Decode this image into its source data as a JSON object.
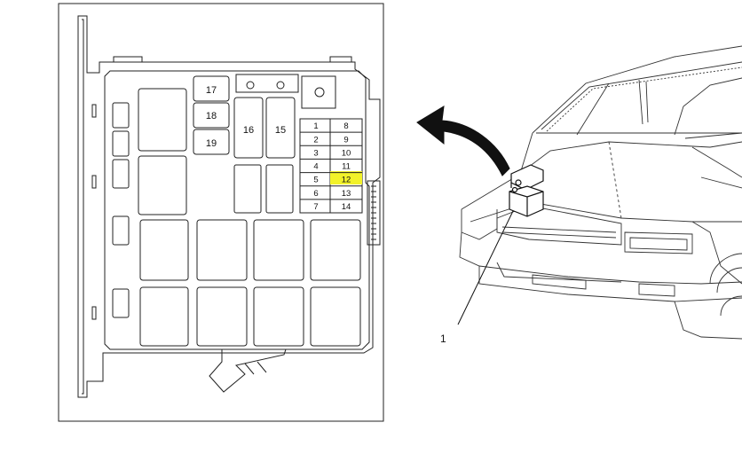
{
  "fuse_box": {
    "relays": {
      "r17": "17",
      "r18": "18",
      "r19": "19",
      "r16": "16",
      "r15": "15"
    },
    "fuses_left": [
      "1",
      "2",
      "3",
      "4",
      "5",
      "6",
      "7"
    ],
    "fuses_right": [
      "8",
      "9",
      "10",
      "11",
      "12",
      "13",
      "14"
    ],
    "highlighted_fuse": "12",
    "highlight_color": "#f2f22a"
  },
  "vehicle": {
    "callout_label": "1"
  },
  "colors": {
    "line": "#222222",
    "background": "#ffffff"
  }
}
